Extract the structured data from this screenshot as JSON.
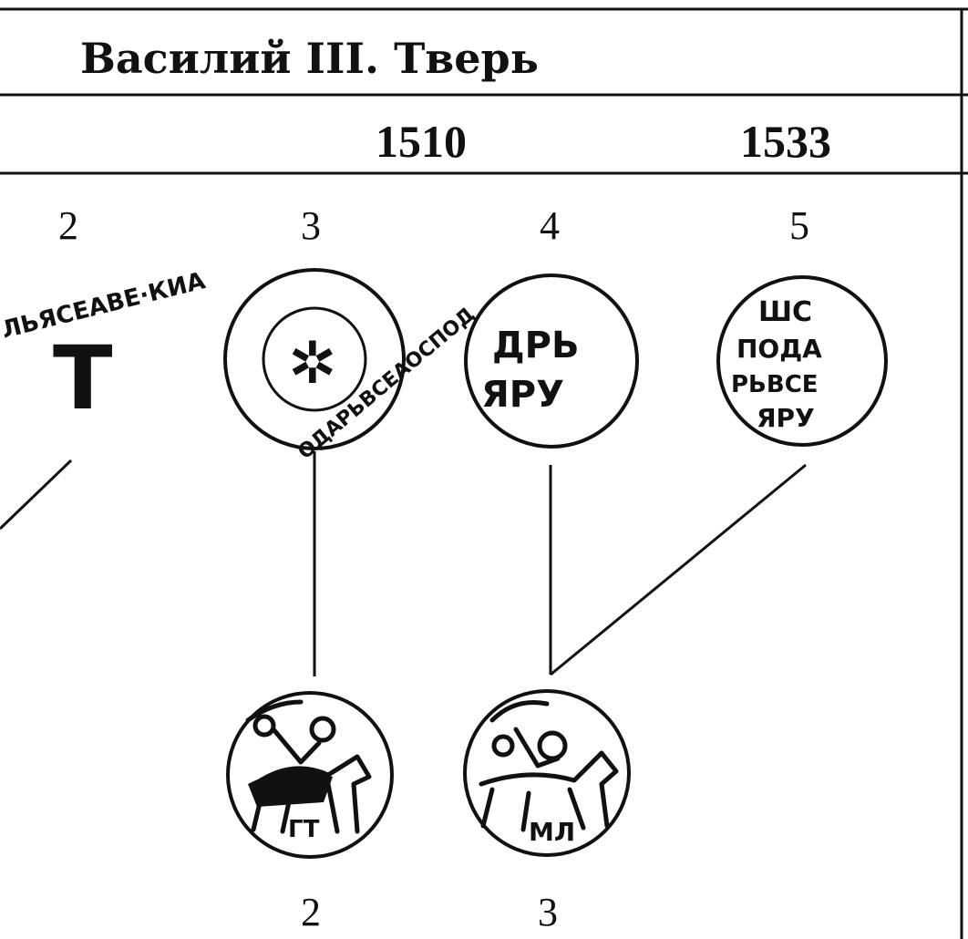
{
  "header": {
    "title": "Василий III. Тверь"
  },
  "years": {
    "start": "1510",
    "end": "1533"
  },
  "top_row": {
    "labels": [
      "2",
      "3",
      "4",
      "5"
    ]
  },
  "bottom_row": {
    "labels": [
      "2",
      "3"
    ]
  },
  "coins": {
    "top_2": {
      "legend": "ЛЬЯСЕАВЕ·КИА",
      "center": "Т"
    },
    "top_3": {
      "ring": "ОДАРЬВСЕАОСПОД",
      "center": "✲"
    },
    "top_4": {
      "line1": "ДРЬ",
      "line2": "ЯРУ"
    },
    "top_5": {
      "line1": "ШС",
      "line2": "ПОДА",
      "line3": "РЬВСЕ",
      "line4": "ЯРУ"
    },
    "bottom_2": {
      "mark": "ГТ"
    },
    "bottom_3": {
      "mark": "МЛ"
    }
  },
  "colors": {
    "ink": "#111111",
    "paper": "#ffffff"
  }
}
